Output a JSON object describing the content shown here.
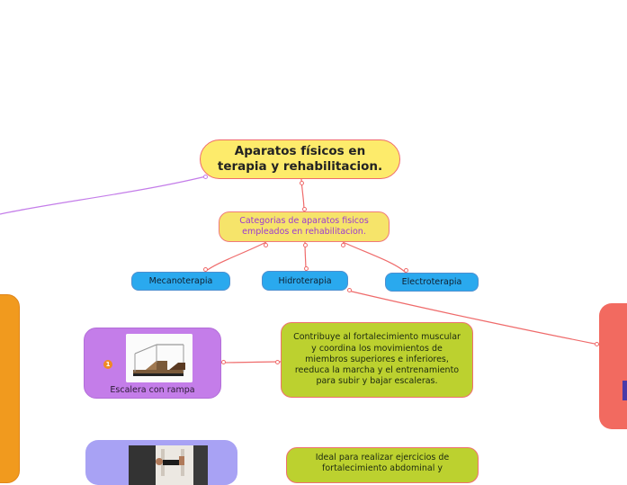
{
  "mindmap": {
    "main_topic": "Aparatos físicos en\nterapia y rehabilitacion.",
    "categories_node": "Categorias de aparatos fisicos\nempleados en rehabilitacion.",
    "branches": {
      "mecanoterapia": "Mecanoterapia",
      "hidroterapia": "Hidroterapia",
      "electroterapia": "Electroterapia"
    },
    "items": [
      {
        "label": "Escalera con rampa",
        "priority": "1",
        "description": "Contribuye al fortalecimiento muscular y coordina los movimientos de miembros superiores e inferiores, reeduca la marcha y el entrenamiento para subir y bajar escaleras."
      },
      {
        "description": "Ideal para realizar ejercicios de fortalecimiento abdominal y"
      }
    ]
  },
  "colors": {
    "main_topic_fill": "#fdeb6b",
    "category_fill": "#f6e46a",
    "category_text": "#9b3ad1",
    "branch_fill": "#2aa9ee",
    "description_fill": "#bcd12f",
    "connector_red": "#ef6b6b",
    "connector_purple": "#c47de9"
  }
}
